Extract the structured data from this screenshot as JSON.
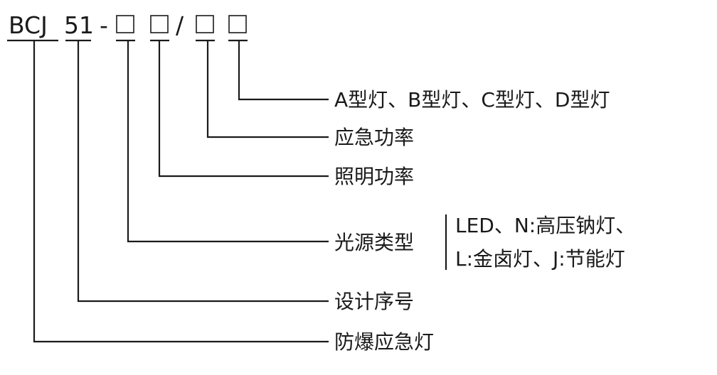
{
  "code": {
    "prefix": "BCJ",
    "number": "51",
    "dash": "-",
    "slash": "/"
  },
  "labels": {
    "lamp_types": "A型灯、B型灯、C型灯、D型灯",
    "emergency_power": "应急功率",
    "lighting_power": "照明功率",
    "light_source_type": "光源类型",
    "light_source_options_line1": "LED、N:高压钠灯、",
    "light_source_options_line2": "L:金卤灯、J:节能灯",
    "design_serial": "设计序号",
    "explosion_proof_emergency_light": "防爆应急灯"
  }
}
